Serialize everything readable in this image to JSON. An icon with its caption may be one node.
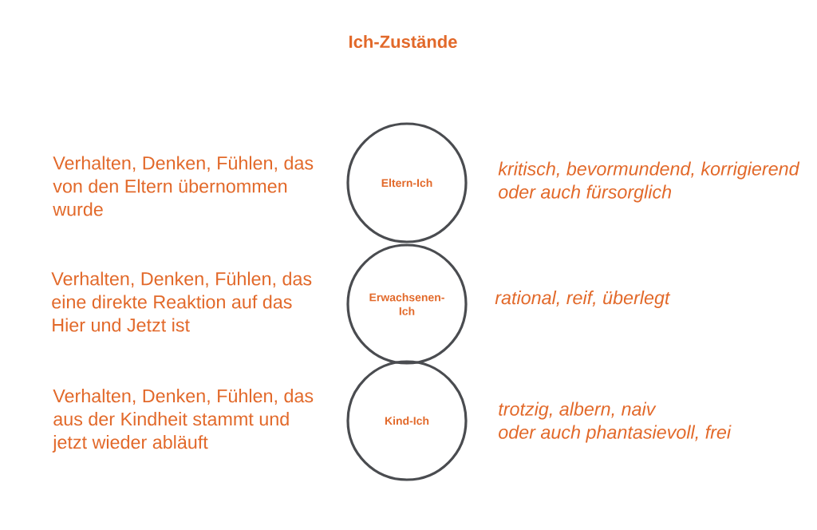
{
  "diagram": {
    "title": "Ich-Zustände",
    "nodes": [
      {
        "text": [
          "Eltern-Ich"
        ],
        "beside": [
          "Verhalten, Denken, Fühlen, das von den Eltern übernommen wurde",
          "kritisch, bevormundend, korrigierend oder auch fürsorglich"
        ]
      },
      {
        "text": [
          "Erwachsenen-Ich"
        ],
        "beside": [
          "Verhalten, Denken, Fühlen, das eine direkte Reaktion auf das Hier und Jetzt ist",
          "rational, reif, überlegt"
        ]
      },
      {
        "text": [
          "Kind-Ich"
        ],
        "beside": [
          "Verhalten, Denken, Fühlen, das aus der Kindheit stammt und jetzt wieder abläuft",
          "trotzig, albern, naiv oder auch phantasievoll, frei"
        ]
      }
    ]
  }
}
